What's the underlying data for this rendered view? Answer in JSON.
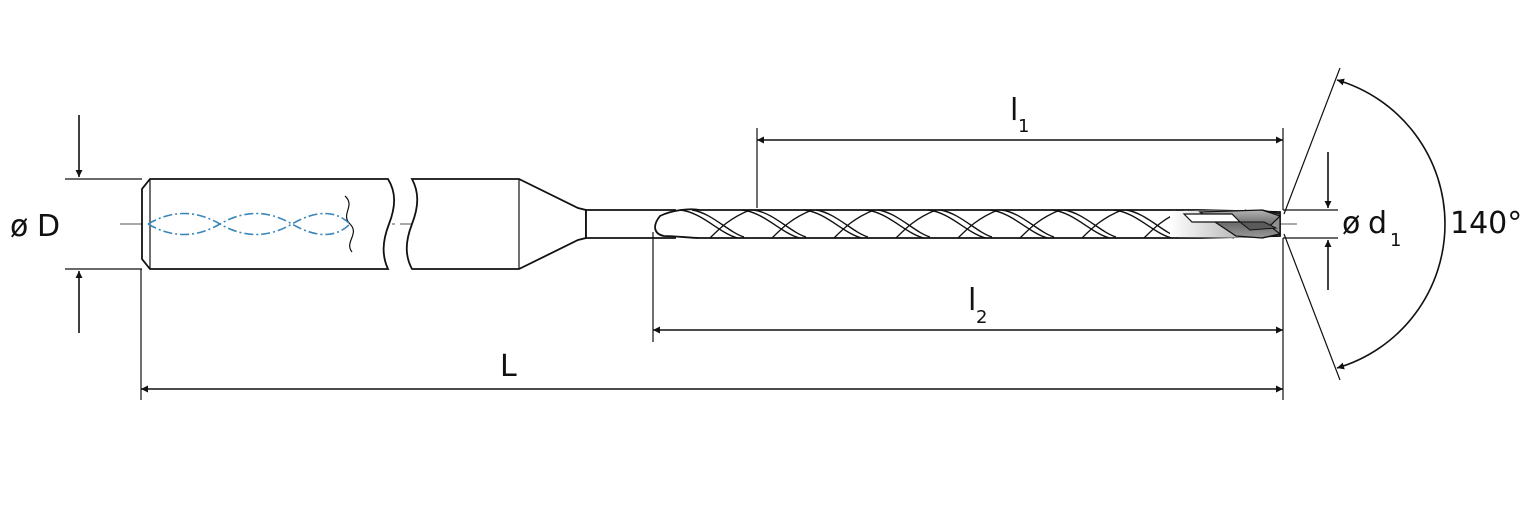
{
  "labels": {
    "shank_diameter_symbol": "ø",
    "shank_diameter_letter": "D",
    "flute_length_letter": "l",
    "flute_length_subscript": "1",
    "usable_length_letter": "l",
    "usable_length_subscript": "2",
    "overall_length": "L",
    "tip_diameter_symbol": "ø",
    "tip_diameter_letter": "d",
    "tip_diameter_subscript": "1",
    "point_angle": "140°"
  },
  "colors": {
    "lines": "#111111",
    "coolant_channels": "#3a86b8",
    "tip_shading": "#8c8c8c"
  }
}
